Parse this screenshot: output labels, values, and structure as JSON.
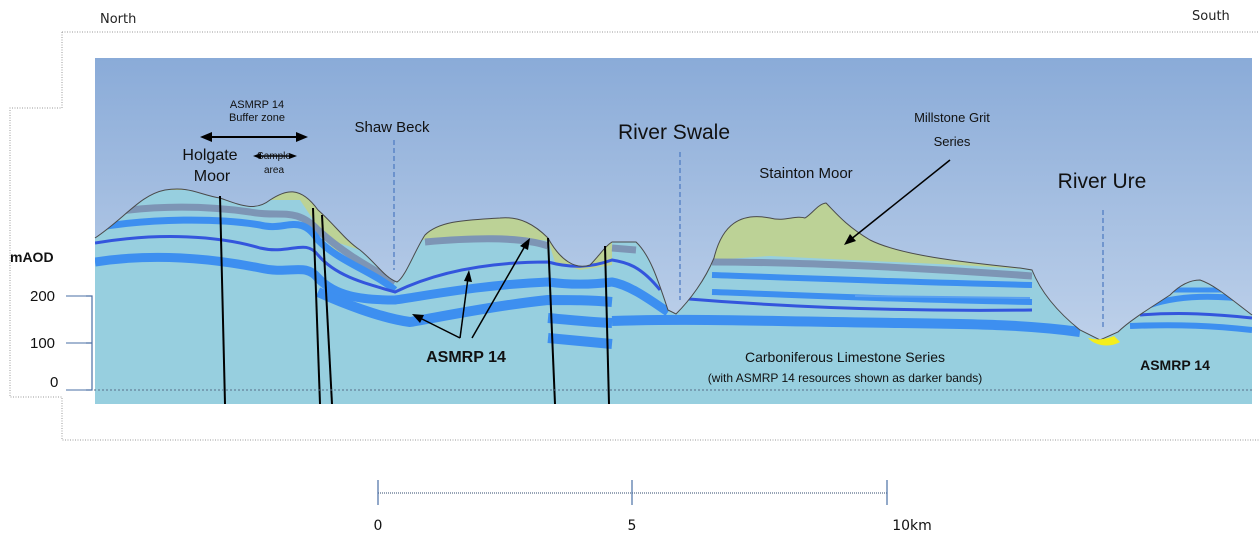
{
  "orientation": {
    "north": "North",
    "south": "South"
  },
  "axis": {
    "unit": "mAOD",
    "ticks": [
      "200",
      "100",
      "0"
    ]
  },
  "labels": {
    "buffer_zone_line1": "ASMRP 14",
    "buffer_zone_line2": "Buffer zone",
    "holgate_line1": "Holgate",
    "holgate_line2": "Moor",
    "sample_line1": "Sample",
    "sample_line2": "area",
    "shaw_beck": "Shaw Beck",
    "river_swale": "River Swale",
    "millstone_line1": "Millstone Grit",
    "millstone_line2": "Series",
    "stainton_moor": "Stainton Moor",
    "river_ure": "River Ure",
    "asmrp_center": "ASMRP 14",
    "asmrp_right": "ASMRP 14",
    "limestone_line1": "Carboniferous Limestone Series",
    "limestone_line2": "(with  ASMRP 14 resources shown as darker bands)"
  },
  "scale_bar": {
    "ticks": [
      "0",
      "5",
      "10km"
    ]
  },
  "colors": {
    "sky_top": "#8aabd8",
    "sky_bottom": "#c9d9ee",
    "limestone": "#97cfdf",
    "resource_band": "#3d8ff0",
    "resource_dark": "#3355dd",
    "grey_band": "#7d95b5",
    "grit": "#bcd296",
    "deposit": "#f4ee1c"
  }
}
